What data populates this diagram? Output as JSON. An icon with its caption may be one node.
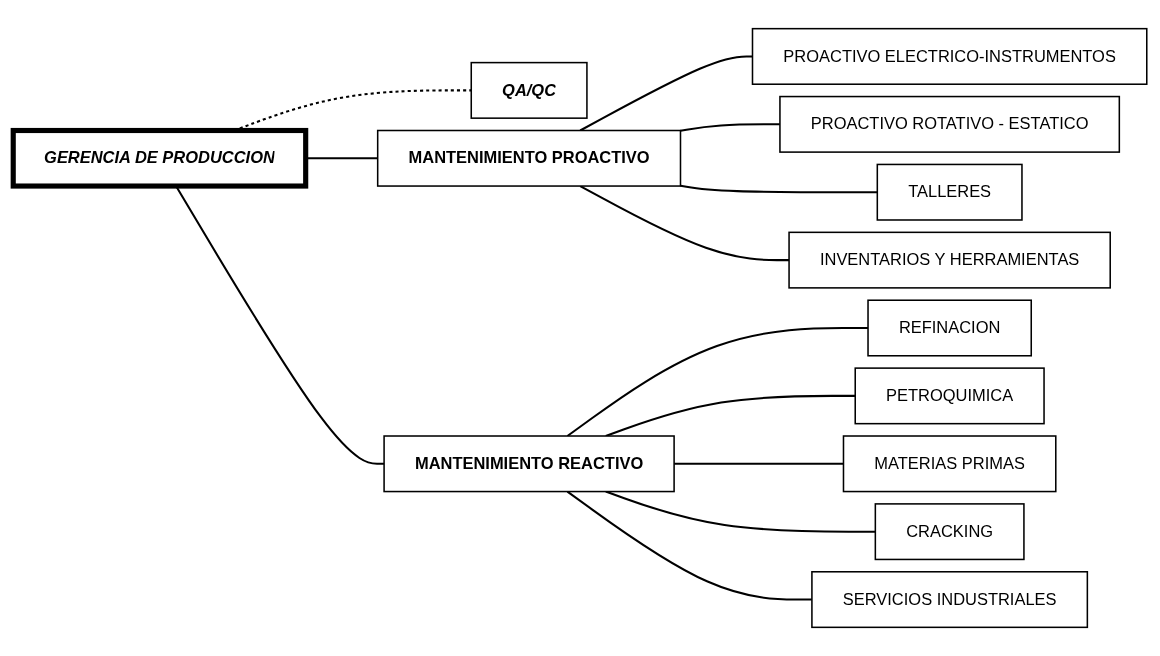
{
  "diagram": {
    "nodes": [
      {
        "text": [
          "GERENCIA DE PRODUCCION"
        ]
      },
      {
        "text": [
          "QA/QC"
        ]
      },
      {
        "text": [
          "MANTENIMIENTO PROACTIVO"
        ]
      },
      {
        "text": [
          "MANTENIMIENTO REACTIVO"
        ]
      },
      {
        "text": [
          "PROACTIVO ELECTRICO-INSTRUMENTOS"
        ]
      },
      {
        "text": [
          "PROACTIVO ROTATIVO - ESTATICO"
        ]
      },
      {
        "text": [
          "TALLERES"
        ]
      },
      {
        "text": [
          "INVENTARIOS Y HERRAMIENTAS"
        ]
      },
      {
        "text": [
          "REFINACION"
        ]
      },
      {
        "text": [
          "PETROQUIMICA"
        ]
      },
      {
        "text": [
          "MATERIAS PRIMAS"
        ]
      },
      {
        "text": [
          "CRACKING"
        ]
      },
      {
        "text": [
          "SERVICIOS INDUSTRIALES"
        ]
      }
    ],
    "edges": [
      {
        "from": 0,
        "to": 1,
        "arrow": "none",
        "style": "dashed"
      },
      {
        "from": 0,
        "to": 2,
        "arrow": "none"
      },
      {
        "from": 0,
        "to": 3,
        "arrow": "none"
      },
      {
        "from": 2,
        "to": 4,
        "arrow": "none"
      },
      {
        "from": 2,
        "to": 5,
        "arrow": "none"
      },
      {
        "from": 2,
        "to": 6,
        "arrow": "none"
      },
      {
        "from": 2,
        "to": 7,
        "arrow": "none"
      },
      {
        "from": 3,
        "to": 8,
        "arrow": "none"
      },
      {
        "from": 3,
        "to": 9,
        "arrow": "none"
      },
      {
        "from": 3,
        "to": 10,
        "arrow": "none"
      },
      {
        "from": 3,
        "to": 11,
        "arrow": "none"
      },
      {
        "from": 3,
        "to": 12,
        "arrow": "none"
      }
    ]
  }
}
